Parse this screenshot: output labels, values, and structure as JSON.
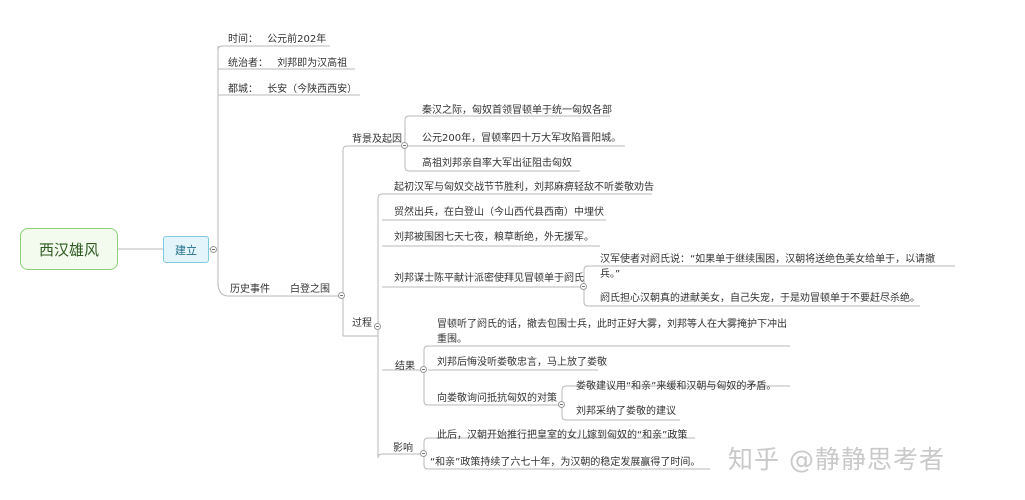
{
  "root": "西汉雄风",
  "main": "建立",
  "info": {
    "time_label": "时间：",
    "time_value": "公元前202年",
    "ruler_label": "统治者：",
    "ruler_value": "刘邦即为汉高祖",
    "capital_label": "都城：",
    "capital_value": "长安（今陕西西安）"
  },
  "events": {
    "label": "历史事件",
    "siege": "白登之围",
    "background": {
      "label": "背景及起因",
      "items": [
        "秦汉之际，匈奴首领冒顿单于统一匈奴各部",
        "公元200年，冒顿率四十万大军攻陷晋阳城。",
        "高祖刘邦亲自率大军出征阻击匈奴"
      ]
    },
    "process": {
      "label": "过程",
      "items": [
        "起初汉军与匈奴交战节节胜利，刘邦麻痹轻敌不听娄敬劝告",
        "贸然出兵，在白登山（今山西代县西南）中埋伏",
        "刘邦被围困七天七夜，粮草断绝，外无援军。",
        "刘邦谋士陈平献计派密使拜见冒顿单于阏氏"
      ],
      "envoy_a": "汉军使者对阏氏说：“如果单于继续围困，汉朝将送绝色美女给单于，以请撤兵。”",
      "envoy_b": "阏氏担心汉朝真的进献美女，自己失宠，于是劝冒顿单于不要赶尽杀绝。"
    },
    "result": {
      "label": "结果",
      "items": [
        "冒顿听了阏氏的话，撤去包围士兵，此时正好大雾，刘邦等人在大雾掩护下冲出重围。",
        "刘邦后悔没听娄敬忠言，马上放了娄敬",
        "向娄敬询问抵抗匈奴的对策"
      ],
      "policy": [
        "娄敬建议用“和亲”来缓和汉朝与匈奴的矛盾。",
        "刘邦采纳了娄敬的建议"
      ]
    },
    "impact": {
      "label": "影响",
      "items": [
        "此后，汉朝开始推行把皇室的女儿嫁到匈奴的“和亲”政策",
        "“和亲”政策持续了六七十年，为汉朝的稳定发展赢得了时间。"
      ]
    }
  },
  "watermark": "知乎 @静静思考者",
  "colors": {
    "line": "#b9b9b9",
    "root_border": "#8cd17a",
    "main_border": "#7fc9df"
  }
}
